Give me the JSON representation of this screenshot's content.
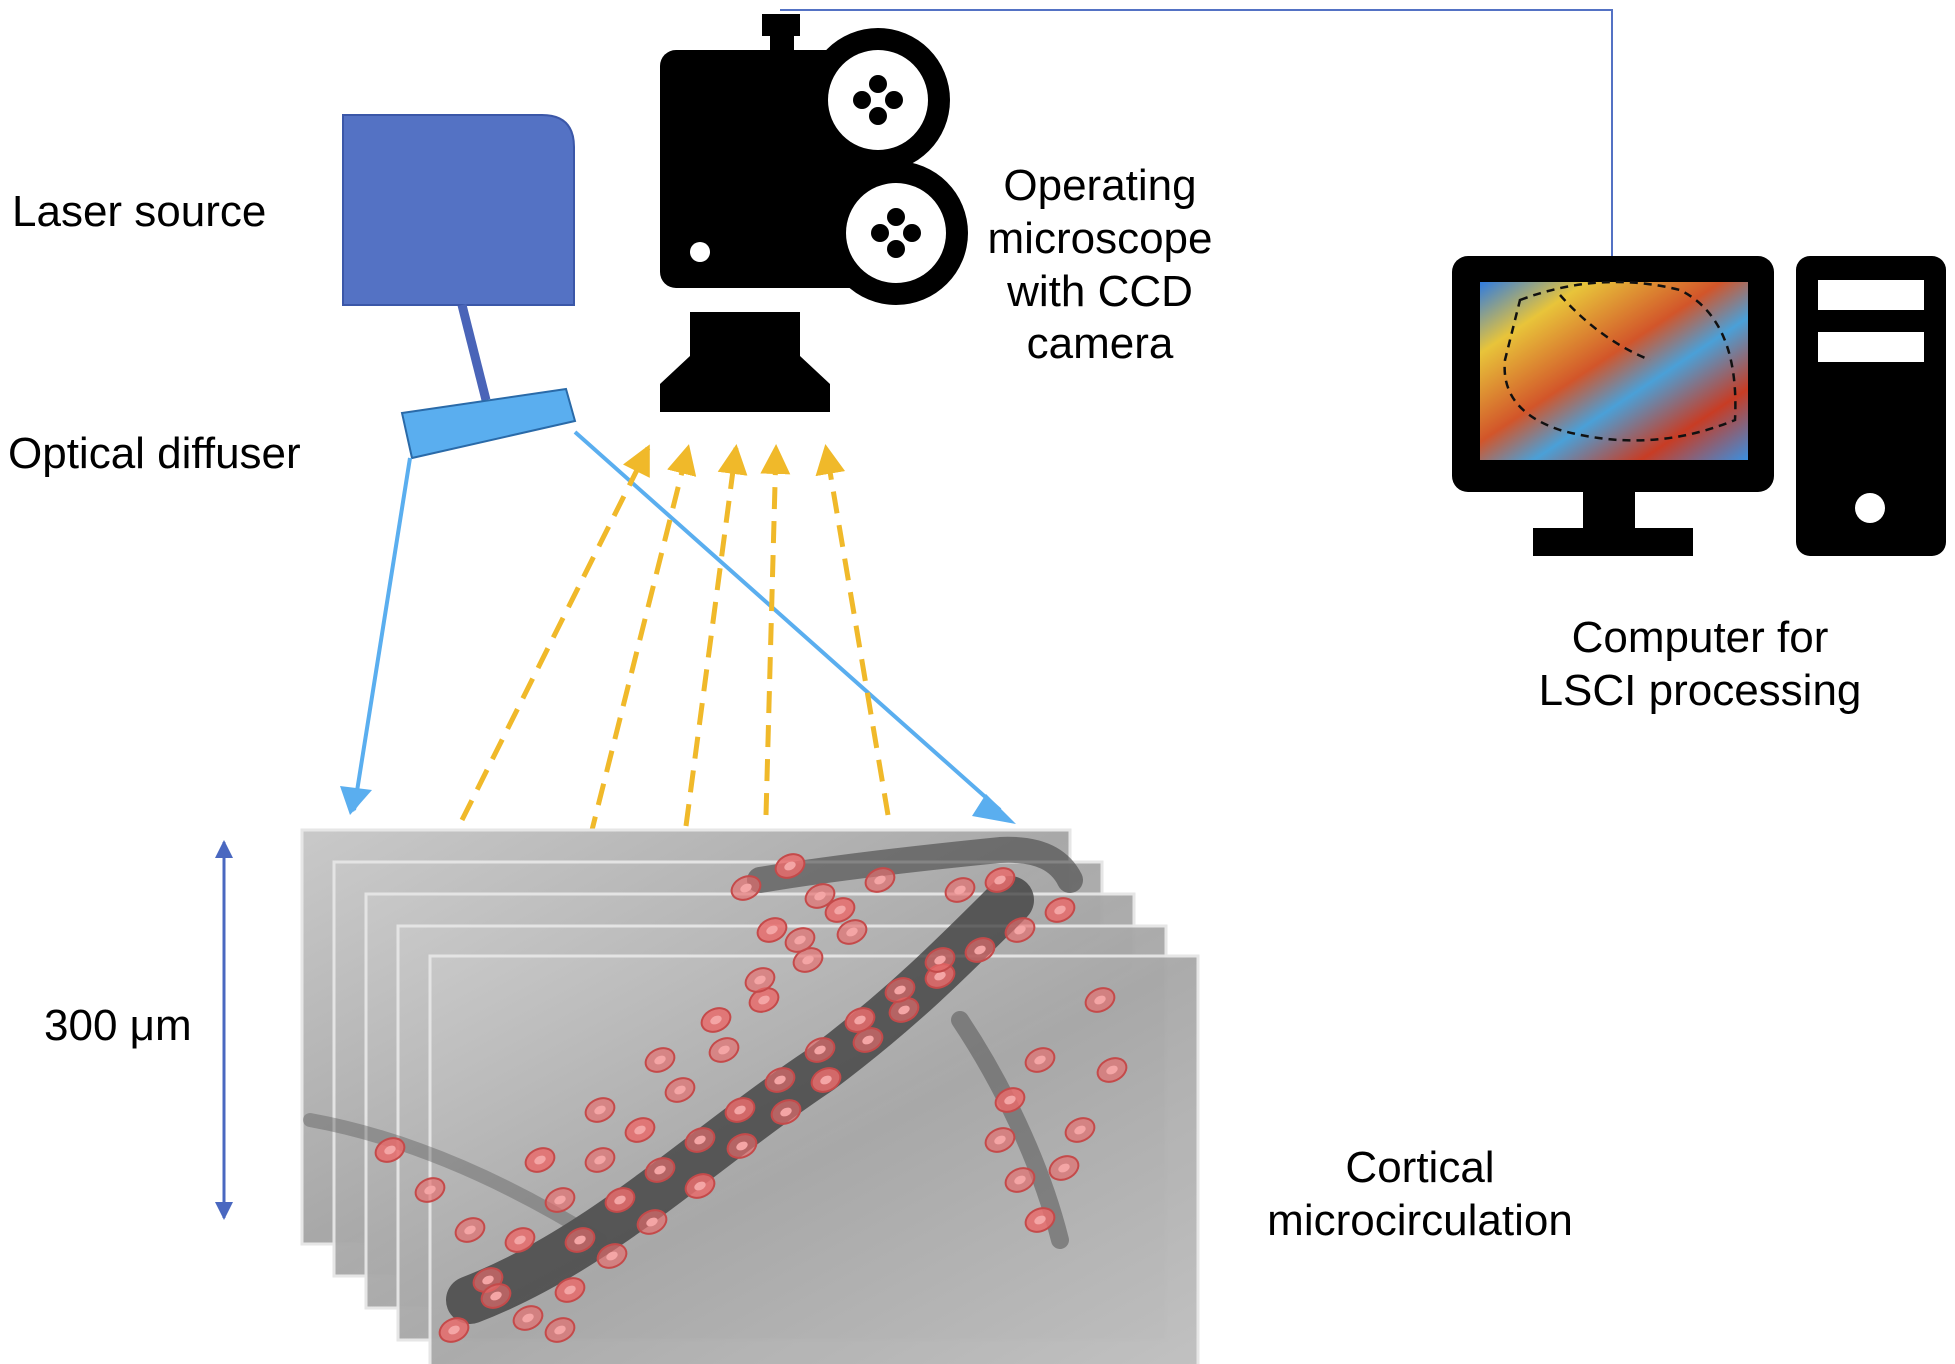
{
  "labels": {
    "laser_source": "Laser source",
    "optical_diffuser": "Optical diffuser",
    "microscope": [
      "Operating",
      "microscope",
      "with CCD",
      "camera"
    ],
    "computer": [
      "Computer for",
      "LSCI processing"
    ],
    "cortical": [
      "Cortical",
      "microcirculation"
    ],
    "scale": "300 μm"
  },
  "colors": {
    "laser_box": "#5472c4",
    "diffuser": "#5aaeef",
    "laser_beam": "#5aaeef",
    "scatter_arrow": "#f0b92a",
    "connector": "#5472c4",
    "scale_bar": "#4a68c0",
    "device": "#000000",
    "cell": "#e86c6c"
  },
  "icons": {
    "camera": "film-camera-icon",
    "computer": "desktop-computer-icon"
  }
}
